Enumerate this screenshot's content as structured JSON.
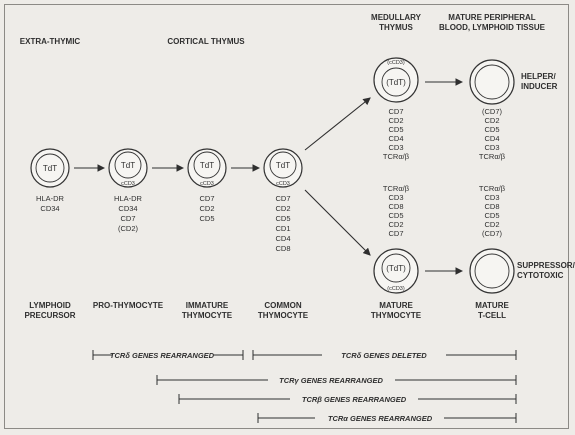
{
  "headers": {
    "extra_thymic": "EXTRA-THYMIC",
    "cortical_thymus": "CORTICAL THYMUS",
    "medullary_thymus": [
      "MEDULLARY",
      "THYMUS"
    ],
    "mature_peripheral": [
      "MATURE PERIPHERAL",
      "BLOOD, LYMPHOID TISSUE"
    ]
  },
  "cells": {
    "lymphoid_precursor": {
      "inner": "TdT",
      "markers": [
        "HLA-DR",
        "CD34"
      ],
      "label": [
        "LYMPHOID",
        "PRECURSOR"
      ]
    },
    "pro_thymocyte": {
      "inner": "TdT",
      "membrane": "cCD3",
      "markers": [
        "HLA-DR",
        "CD34",
        "CD7",
        "(CD2)"
      ],
      "label": [
        "PRO-THYMOCYTE"
      ]
    },
    "immature_thymocyte": {
      "inner": "TdT",
      "membrane": "cCD3",
      "markers": [
        "CD7",
        "CD2",
        "CD5"
      ],
      "label": [
        "IMMATURE",
        "THYMOCYTE"
      ]
    },
    "common_thymocyte": {
      "inner": "TdT",
      "membrane": "cCD3",
      "markers": [
        "CD7",
        "CD2",
        "CD5",
        "CD1",
        "CD4",
        "CD8"
      ],
      "label": [
        "COMMON",
        "THYMOCYTE"
      ]
    },
    "medullary_upper": {
      "inner": "(TdT)",
      "membrane": "(cCD3)",
      "markers": [
        "CD7",
        "CD2",
        "CD5",
        "CD4",
        "CD3",
        "TCRα/β"
      ]
    },
    "medullary_lower": {
      "inner": "(TdT)",
      "membrane": "(cCD3)",
      "markers": [
        "TCRα/β",
        "CD3",
        "CD8",
        "CD5",
        "CD2",
        "CD7"
      ],
      "label": [
        "MATURE",
        "THYMOCYTE"
      ]
    },
    "helper_inducer": {
      "markers": [
        "(CD7)",
        "CD2",
        "CD5",
        "CD4",
        "CD3",
        "TCRα/β"
      ],
      "side_label": [
        "HELPER/",
        "INDUCER"
      ]
    },
    "suppressor_cytotoxic": {
      "markers": [
        "TCRα/β",
        "CD3",
        "CD8",
        "CD5",
        "CD2",
        "(CD7)"
      ],
      "side_label": [
        "SUPPRESSOR/",
        "CYTOTOXIC"
      ],
      "label": [
        "MATURE",
        "T-CELL"
      ]
    }
  },
  "gene_bars": [
    "TCRδ GENES REARRANGED",
    "TCRδ GENES DELETED",
    "TCRγ GENES REARRANGED",
    "TCRβ GENES REARRANGED",
    "TCRα GENES REARRANGED"
  ]
}
